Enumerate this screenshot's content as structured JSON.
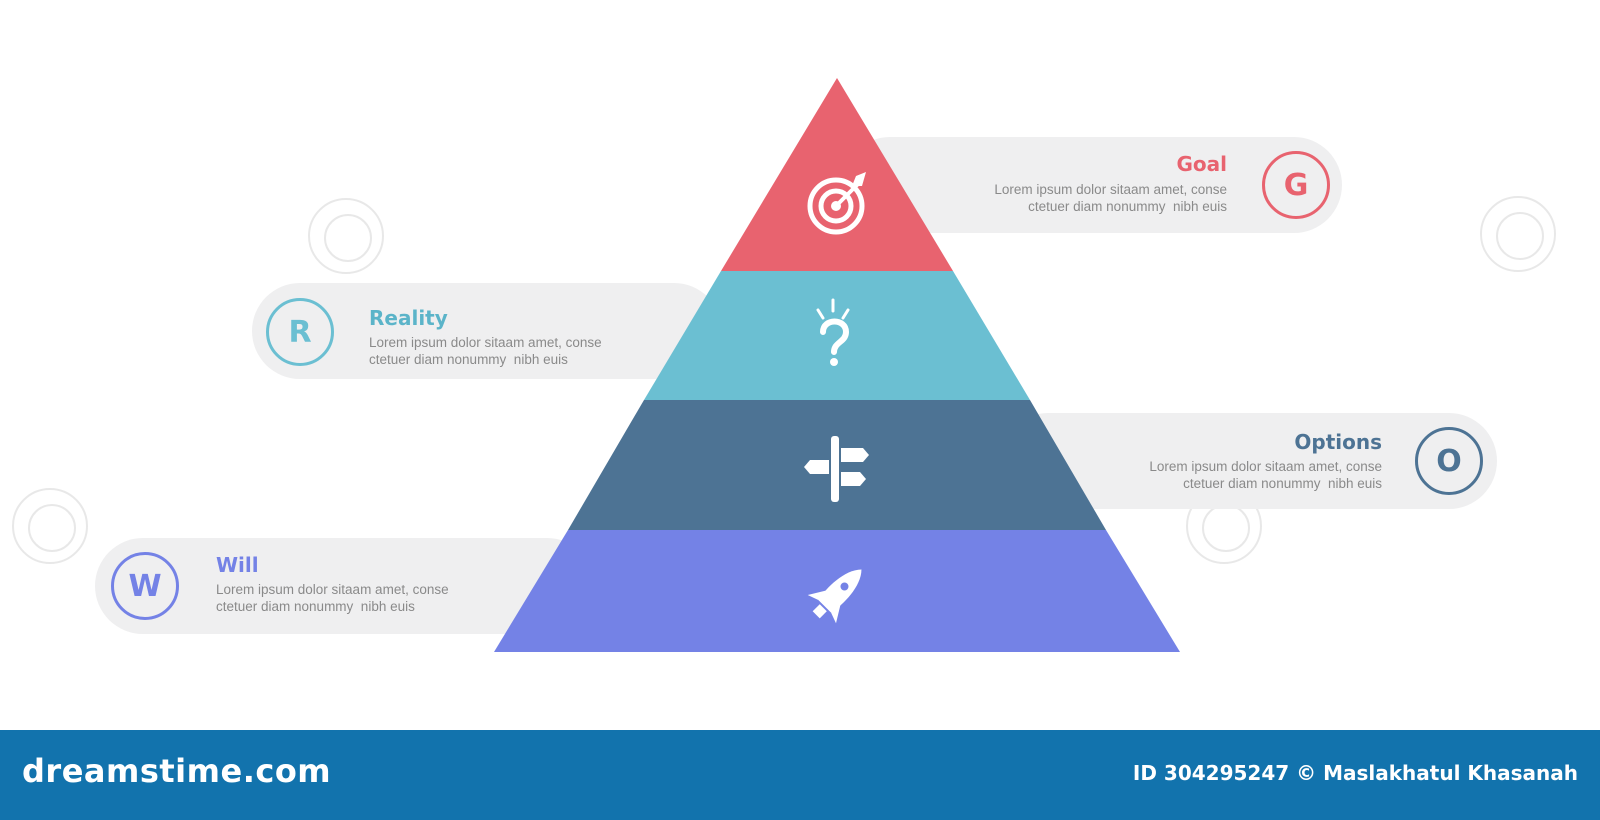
{
  "colors": {
    "goal": "#e8636f",
    "reality": "#6bbfd2",
    "options": "#4d7394",
    "will": "#7482e6",
    "pill": "#efeff0",
    "footer": "#1273ad"
  },
  "items": {
    "goal": {
      "letter": "G",
      "title": "Goal",
      "line1": "Lorem ipsum dolor sitaam amet, conse",
      "line2": "ctetuer diam nonummy  nibh euis",
      "icon": "target-icon"
    },
    "reality": {
      "letter": "R",
      "title": "Reality",
      "line1": "Lorem ipsum dolor sitaam amet, conse",
      "line2": "ctetuer diam nonummy  nibh euis",
      "icon": "question-mark-icon"
    },
    "options": {
      "letter": "O",
      "title": "Options",
      "line1": "Lorem ipsum dolor sitaam amet, conse",
      "line2": "ctetuer diam nonummy  nibh euis",
      "icon": "signpost-icon"
    },
    "will": {
      "letter": "W",
      "title": "Will",
      "line1": "Lorem ipsum dolor sitaam amet, conse",
      "line2": "ctetuer diam nonummy  nibh euis",
      "icon": "rocket-icon"
    }
  },
  "watermark": {
    "brand": "dreamstime.com",
    "credit": "ID 304295247 © Maslakhatul Khasanah"
  }
}
